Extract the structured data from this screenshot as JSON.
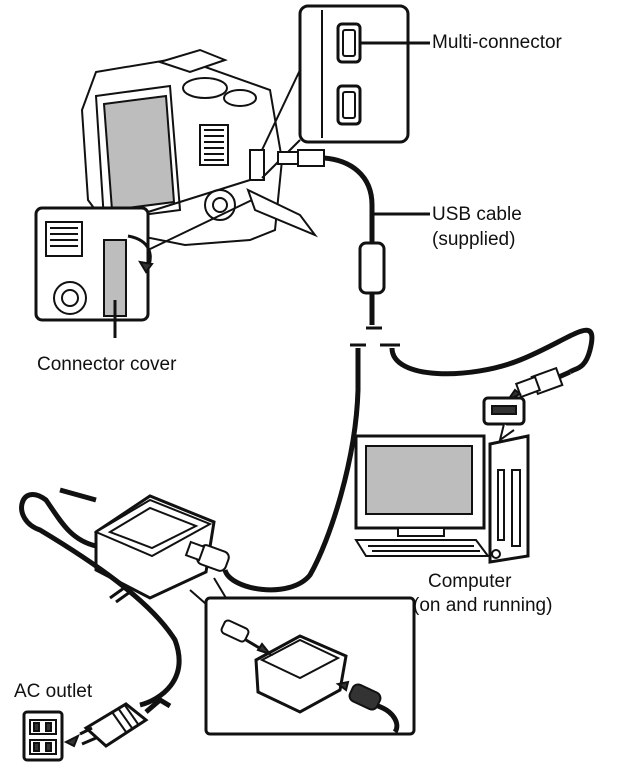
{
  "labels": {
    "multi_connector": "Multi-connector",
    "usb_cable_line1": "USB cable",
    "usb_cable_line2": "(supplied)",
    "connector_cover": "Connector cover",
    "computer_line1": "Computer",
    "computer_line2": "(on and running)",
    "ac_outlet": "AC outlet"
  },
  "icons": [
    "camera-icon",
    "multi-connector-port-icon",
    "connector-cover-icon",
    "usb-cable-icon",
    "computer-icon",
    "ac-adapter-icon",
    "ac-outlet-icon",
    "power-plug-icon"
  ],
  "colors": {
    "line": "#111111",
    "screen": "#bdbdbd",
    "background": "#ffffff"
  }
}
